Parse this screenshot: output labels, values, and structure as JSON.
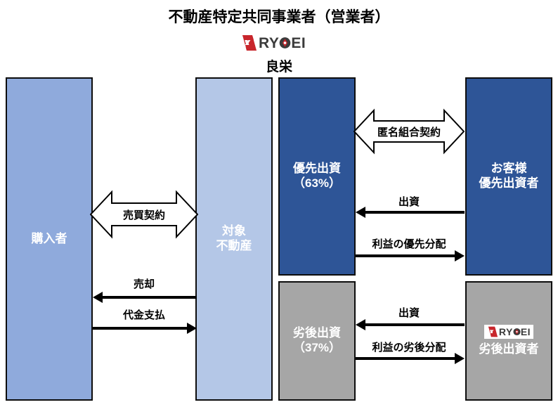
{
  "header": {
    "title": "不動産特定共同事業者（営業者）",
    "company_name": "良栄",
    "logo": {
      "name": "ryoei-logo",
      "text_left": "RY",
      "text_o": "O",
      "text_right": "EI",
      "mark_color": "#C8262C",
      "text_color": "#3B3B3B"
    }
  },
  "boxes": {
    "buyer": {
      "lines": [
        "購入者"
      ],
      "color": "#8FAADC"
    },
    "property": {
      "lines": [
        "対象",
        "不動産"
      ],
      "color": "#B4C7E7"
    },
    "senior_equity": {
      "lines": [
        "優先出資",
        "（63%）"
      ],
      "color": "#2E5597"
    },
    "junior_equity": {
      "lines": [
        "劣後出資",
        "（37%）"
      ],
      "color": "#A6A6A6"
    },
    "customer": {
      "lines": [
        "お客様",
        "優先出資者"
      ],
      "color": "#2E5597"
    },
    "junior_investor": {
      "lines": [
        "劣後出資者"
      ],
      "color": "#A6A6A6"
    }
  },
  "arrows": {
    "sale_contract": {
      "label": "売買契約",
      "style": "double-block"
    },
    "sell": {
      "label": "売却",
      "direction": "left"
    },
    "payment": {
      "label": "代金支払",
      "direction": "right"
    },
    "anonymous_partnership": {
      "label": "匿名組合契約",
      "style": "double-block"
    },
    "senior_investment": {
      "label": "出資",
      "direction": "left"
    },
    "senior_profit": {
      "label": "利益の優先分配",
      "direction": "right"
    },
    "junior_investment": {
      "label": "出資",
      "direction": "left"
    },
    "junior_profit": {
      "label": "利益の劣後分配",
      "direction": "right"
    }
  }
}
